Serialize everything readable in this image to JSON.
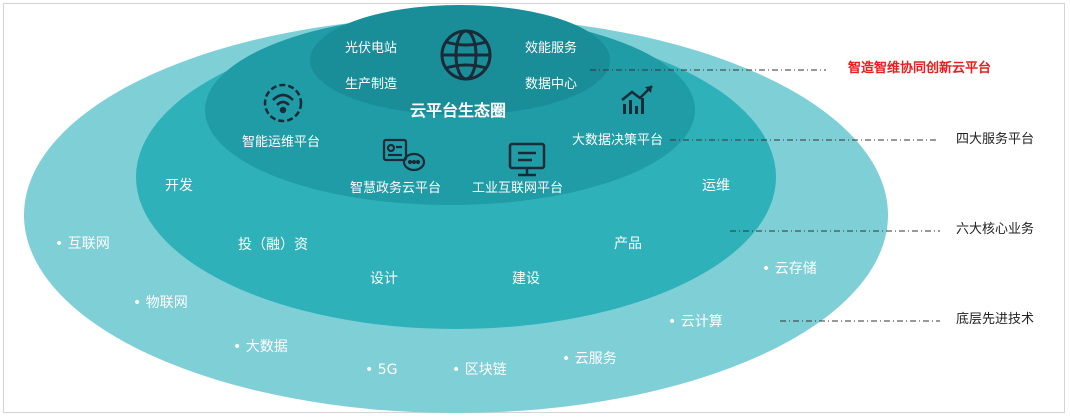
{
  "core": {
    "title": "云平台生态圈",
    "top_items": [
      "光伏电站",
      "效能服务",
      "生产制造",
      "数据中心"
    ]
  },
  "platforms": [
    "智能运维平台",
    "大数据决策平台",
    "智慧政务云平台",
    "工业互联网平台"
  ],
  "businesses": [
    "开发",
    "运维",
    "投（融）资",
    "产品",
    "设计",
    "建设"
  ],
  "technologies": [
    "互联网",
    "云存储",
    "物联网",
    "云计算",
    "大数据",
    "5G",
    "区块链",
    "云服务"
  ],
  "layers": {
    "innovation": "智造智维协同创新云平台",
    "services": "四大服务平台",
    "core_business": "六大核心业务",
    "base_tech": "底层先进技术"
  },
  "colors": {
    "outer": "#7ecfd6",
    "middle": "#2fb1b9",
    "inner": "#1f9ca6",
    "core": "#198e98",
    "accent_red": "#ee1c1c"
  }
}
